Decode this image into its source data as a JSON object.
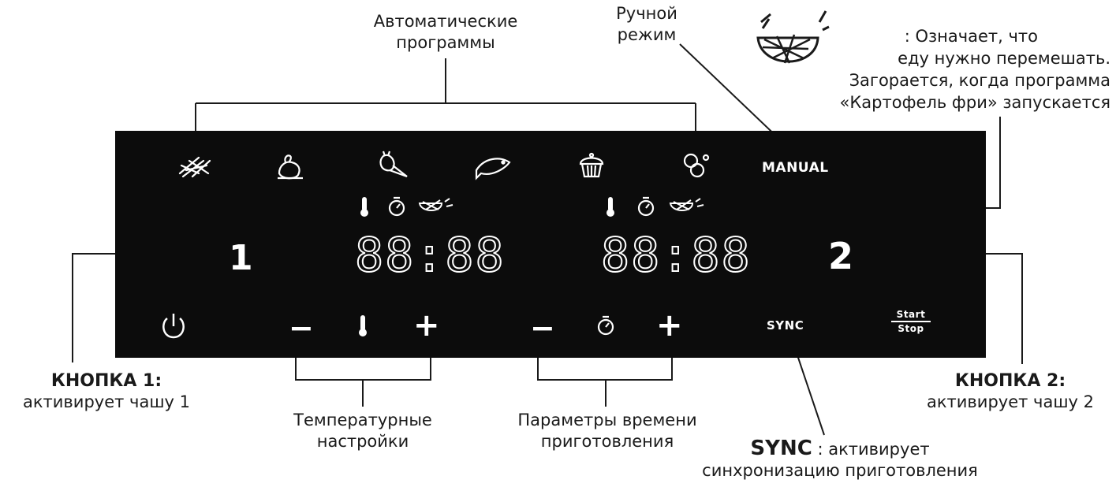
{
  "labels": {
    "auto_programs": [
      "Автоматические",
      "программы"
    ],
    "manual_mode": [
      "Ручной",
      "режим"
    ],
    "stir_note": [
      ": Означает, что",
      "еду нужно перемешать.",
      "Загорается, когда программа",
      "«Картофель фри»  запускается"
    ],
    "button1_title": "КНОПКА 1:",
    "button1_desc": "активирует чашу 1",
    "button2_title": "КНОПКА 2:",
    "button2_desc": "активирует чашу 2",
    "temp_settings": [
      "Температурные",
      "настройки"
    ],
    "time_settings": [
      "Параметры времени",
      "приготовления"
    ],
    "sync_title": "SYNC",
    "sync_desc_1": " : активирует",
    "sync_desc_2": "синхронизацию приготовления"
  },
  "panel": {
    "manual_button": "MANUAL",
    "sync_button": "SYNC",
    "start_label": "Start",
    "stop_label": "Stop",
    "zone1_digit": "1",
    "zone2_digit": "2",
    "display1": "88:88",
    "display2": "88:88",
    "minus": "−",
    "plus": "+"
  },
  "icons": {
    "programs": [
      "fries-icon",
      "chicken-icon",
      "vegetables-icon",
      "fish-icon",
      "cake-icon",
      "dehydrate-icon"
    ],
    "status": [
      "thermometer-icon",
      "timer-icon",
      "shake-basket-icon"
    ],
    "colors": {
      "panel": "#0c0c0c",
      "glyph": "#ffffff",
      "line": "#1a1a1a"
    }
  }
}
